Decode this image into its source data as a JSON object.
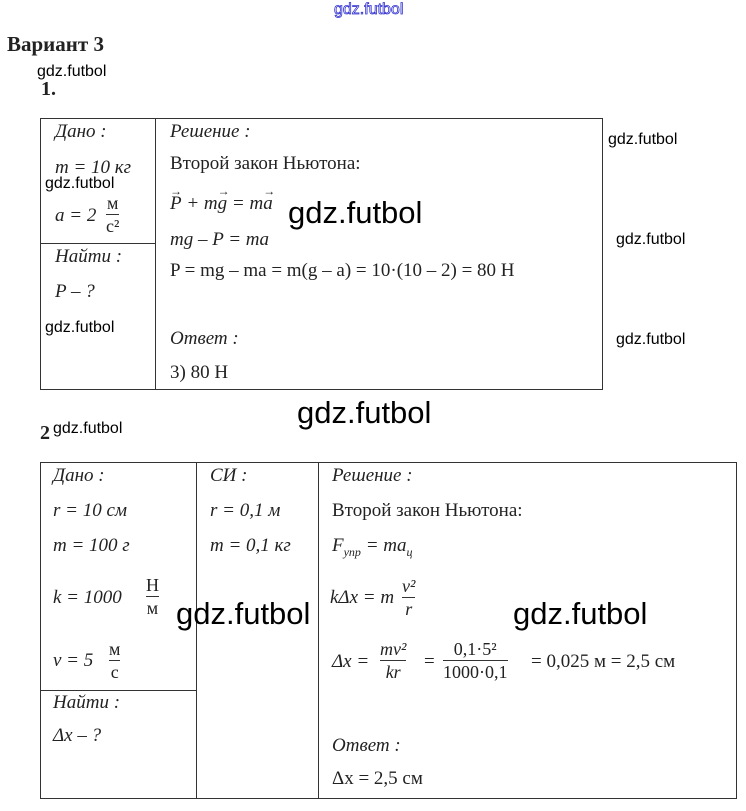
{
  "watermark": "gdz.futbol",
  "heading": "Вариант 3",
  "task1": {
    "number": "1.",
    "given_label": "Дано :",
    "given": [
      "m = 10 кг",
      "a = 2"
    ],
    "a_unit": {
      "num": "м",
      "den": "с²"
    },
    "find_label": "Найти :",
    "find": "P – ?",
    "solution_label": "Решение :",
    "law": "Второй закон Ньютона:",
    "eq1": {
      "p": "P",
      "plus": " + m",
      "g": "g",
      "eq": " = m",
      "a": "a"
    },
    "eq2": "mg – P = ma",
    "eq3": "P = mg – ma = m(g – a) = 10·(10 – 2) = 80 Н",
    "answer_label": "Ответ :",
    "answer": "3) 80 Н"
  },
  "task2": {
    "number": "2",
    "given_label": "Дано :",
    "given": [
      "r = 10 см",
      "m = 100 г",
      "k = 1000",
      "v = 5"
    ],
    "k_unit": {
      "num": "Н",
      "den": "м"
    },
    "v_unit": {
      "num": "м",
      "den": "с"
    },
    "find_label": "Найти :",
    "find": "Δx – ?",
    "si_label": "СИ :",
    "si": [
      "r = 0,1 м",
      "m = 0,1 кг"
    ],
    "solution_label": "Решение :",
    "law": "Второй закон Ньютона:",
    "eq1": {
      "f": "F",
      "f_sub": "упр",
      "rhs": " = ma",
      "a_sub": "ц"
    },
    "eq2": {
      "lhs": "kΔx = m",
      "num": "v²",
      "den": "r"
    },
    "eq3": {
      "lhs": "Δx =",
      "f1_num": "mv²",
      "f1_den": "kr",
      "eq": "=",
      "f2_num": "0,1·5²",
      "f2_den": "1000·0,1",
      "rhs": "= 0,025 м = 2,5 см"
    },
    "answer_label": "Ответ :",
    "answer": "Δx = 2,5 см"
  }
}
